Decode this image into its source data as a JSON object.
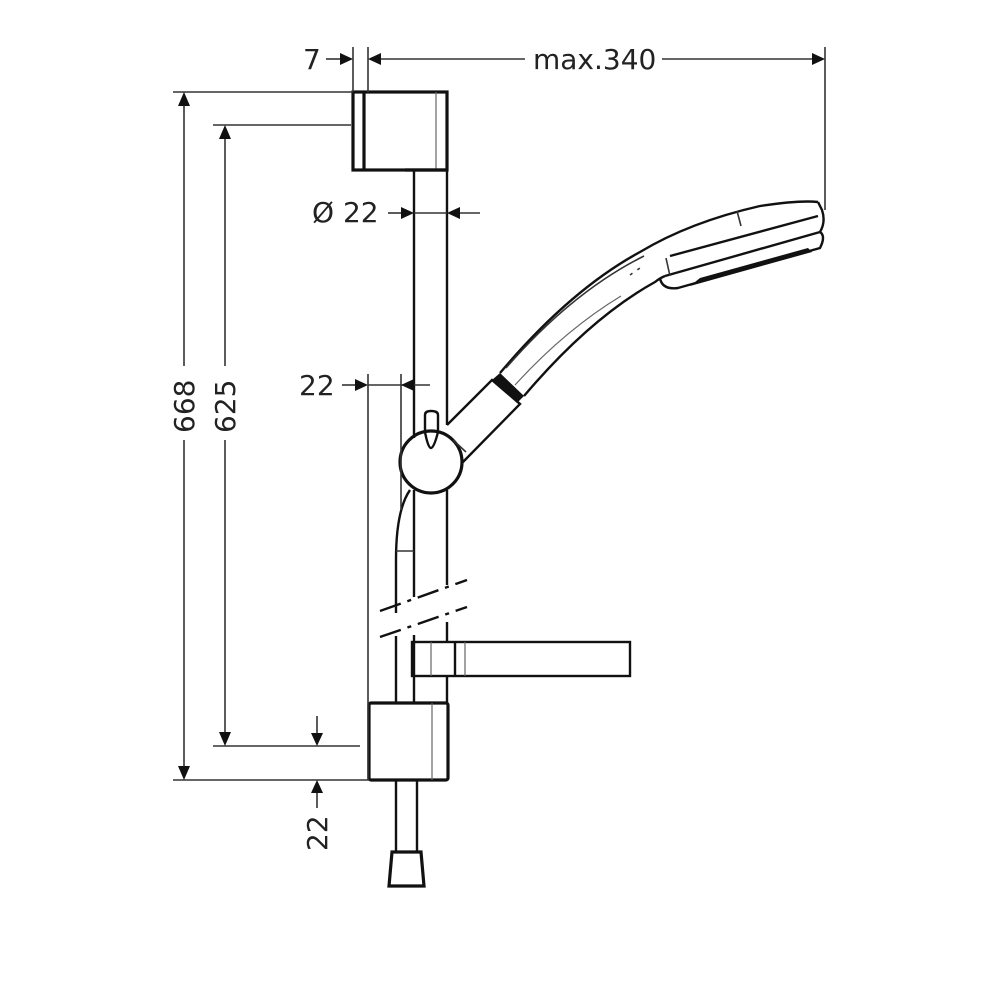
{
  "drawing": {
    "title": "Shower rail set – technical dimension drawing",
    "units": "mm",
    "line_color": "#111111",
    "background": "#ffffff"
  },
  "dimensions": {
    "wall_offset": {
      "value": "7",
      "orientation": "horizontal"
    },
    "max_reach": {
      "value": "max.340",
      "orientation": "horizontal"
    },
    "rail_diameter": {
      "value": "Ø 22",
      "orientation": "horizontal"
    },
    "holder_offset": {
      "value": "22",
      "orientation": "horizontal"
    },
    "overall_height": {
      "value": "668",
      "orientation": "vertical"
    },
    "mounting_distance": {
      "value": "625",
      "orientation": "vertical"
    },
    "bottom_bracket_offset": {
      "value": "22",
      "orientation": "vertical"
    }
  },
  "components": [
    {
      "name": "top-wall-bracket"
    },
    {
      "name": "slide-rail"
    },
    {
      "name": "slider-with-handshower-holder"
    },
    {
      "name": "hand-shower"
    },
    {
      "name": "shower-hose"
    },
    {
      "name": "soap-shelf"
    },
    {
      "name": "bottom-wall-bracket"
    },
    {
      "name": "hose-nut"
    }
  ]
}
